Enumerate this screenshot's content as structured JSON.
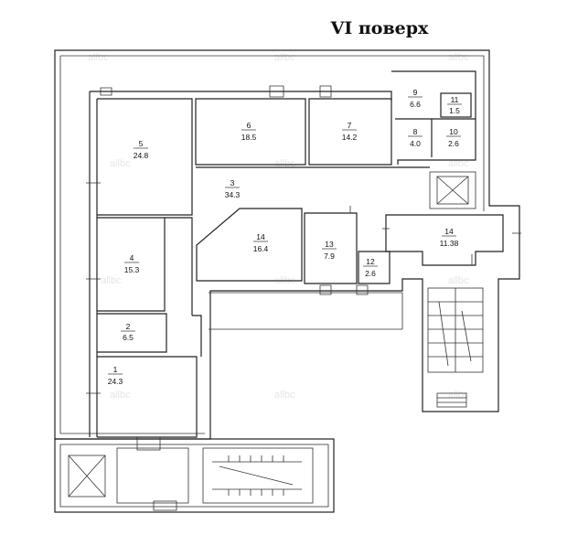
{
  "title": "VI поверх",
  "watermark": "allbc",
  "rooms": [
    {
      "number": "1",
      "area": "24.3"
    },
    {
      "number": "2",
      "area": "6.5"
    },
    {
      "number": "3",
      "area": "34.3"
    },
    {
      "number": "4",
      "area": "15.3"
    },
    {
      "number": "5",
      "area": "24.8"
    },
    {
      "number": "6",
      "area": "18.5"
    },
    {
      "number": "7",
      "area": "14.2"
    },
    {
      "number": "8",
      "area": "4.0"
    },
    {
      "number": "9",
      "area": "6.6"
    },
    {
      "number": "10",
      "area": "2.6"
    },
    {
      "number": "11",
      "area": "1.5"
    },
    {
      "number": "12",
      "area": "2.6"
    },
    {
      "number": "13",
      "area": "7.9"
    },
    {
      "number": "14",
      "area": "16.4"
    },
    {
      "number": "14",
      "area": "11.38"
    }
  ]
}
